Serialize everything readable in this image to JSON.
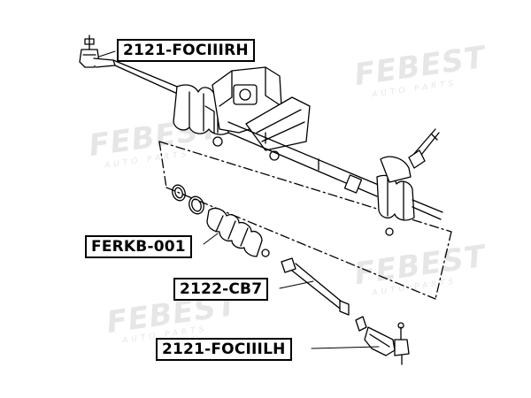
{
  "watermark": {
    "brand": "FEBEST",
    "subtitle": "AUTO PARTS"
  },
  "labels": {
    "outer_tie_rod_end_rh": "2121-FOCIIIRH",
    "rack_boot_kit": "FERKB-001",
    "inner_tie_rod": "2122-CB7",
    "outer_tie_rod_end_lh": "2121-FOCIIILH"
  },
  "colors": {
    "line": "#000000",
    "background": "#ffffff",
    "watermark": "#c9c9c9"
  }
}
